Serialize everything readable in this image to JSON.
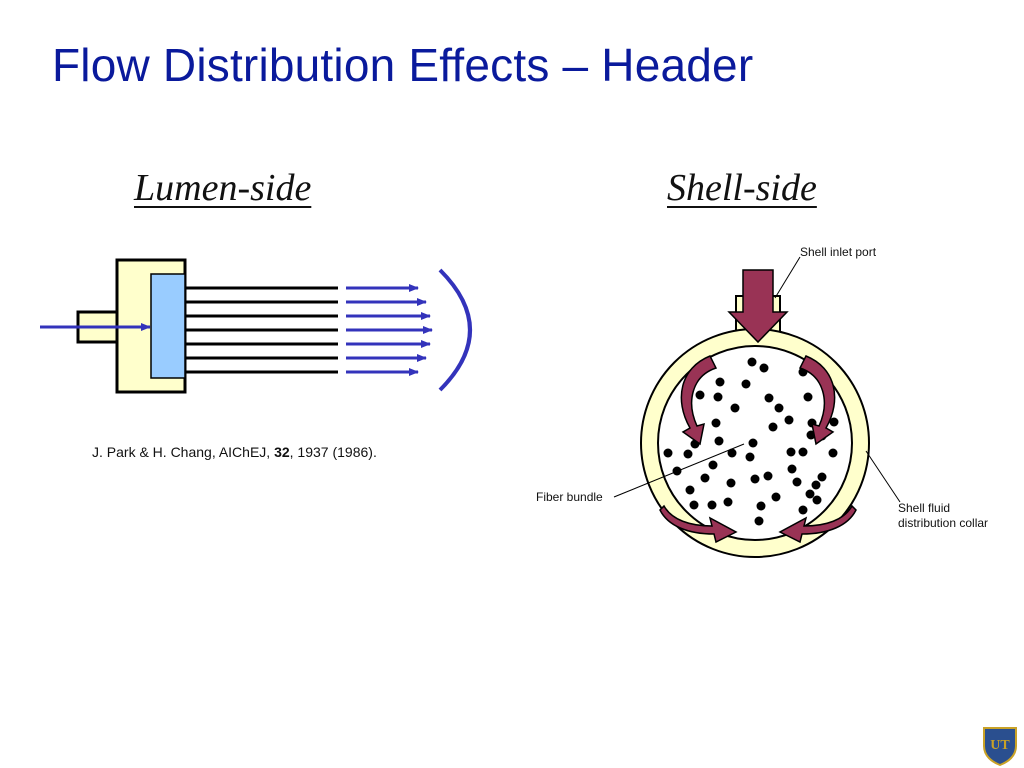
{
  "slide": {
    "title": "Flow Distribution Effects – Header",
    "left_heading": "Lumen-side",
    "right_heading": "Shell-side"
  },
  "citation": {
    "prefix": "J. Park & H. Chang, AIChEJ, ",
    "volume": "32",
    "suffix": ", 1937 (1986)."
  },
  "shell_diagram": {
    "inlet_label": "Shell inlet port",
    "fiber_label": "Fiber bundle",
    "collar_label_line1": "Shell fluid",
    "collar_label_line2": "distribution collar"
  },
  "colors": {
    "title": "#0a1a9c",
    "flow_arrows": "#3333bb",
    "header_fill": "#ffffcc",
    "plate_fill": "#99ccff",
    "shell_arrow": "#993355"
  },
  "logo": {
    "text": "UT"
  }
}
